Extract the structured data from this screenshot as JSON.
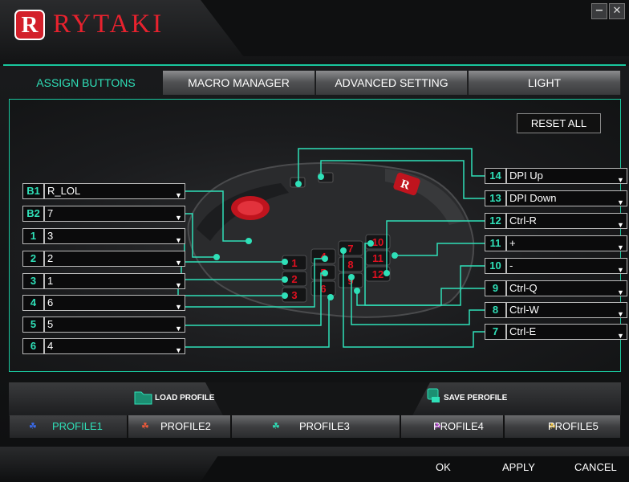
{
  "app": {
    "brand_letter": "R",
    "brand_name": "RYTAKI",
    "minimize": "−",
    "close": "✕"
  },
  "tabs": [
    {
      "label": "ASSIGN BUTTONS",
      "active": true
    },
    {
      "label": "MACRO MANAGER",
      "active": false
    },
    {
      "label": "ADVANCED SETTING",
      "active": false
    },
    {
      "label": "LIGHT",
      "active": false
    }
  ],
  "reset_all": "RESET ALL",
  "left_buttons": [
    {
      "id": "B1",
      "value": "R_LOL"
    },
    {
      "id": "B2",
      "value": "7"
    },
    {
      "id": "1",
      "value": "3"
    },
    {
      "id": "2",
      "value": "2"
    },
    {
      "id": "3",
      "value": "1"
    },
    {
      "id": "4",
      "value": "6"
    },
    {
      "id": "5",
      "value": "5"
    },
    {
      "id": "6",
      "value": "4"
    }
  ],
  "right_buttons": [
    {
      "id": "14",
      "value": "DPI Up"
    },
    {
      "id": "13",
      "value": "DPI Down"
    },
    {
      "id": "12",
      "value": "Ctrl-R"
    },
    {
      "id": "11",
      "value": "+"
    },
    {
      "id": "10",
      "value": "-"
    },
    {
      "id": "9",
      "value": "Ctrl-Q"
    },
    {
      "id": "8",
      "value": "Ctrl-W"
    },
    {
      "id": "7",
      "value": "Ctrl-E"
    }
  ],
  "side_key_labels": [
    "1",
    "2",
    "3",
    "4",
    "5",
    "6",
    "7",
    "8",
    "9",
    "10",
    "11",
    "12"
  ],
  "profile_actions": {
    "load": "LOAD PROFILE",
    "save": "SAVE PEROFILE"
  },
  "profiles": [
    {
      "label": "PROFILE1",
      "color": "#3a6cf0",
      "active": true
    },
    {
      "label": "PROFILE2",
      "color": "#f05a3a",
      "active": false
    },
    {
      "label": "PROFILE3",
      "color": "#2fe0b8",
      "active": false
    },
    {
      "label": "PROFILE4",
      "color": "#c040e0",
      "active": false
    },
    {
      "label": "PROFILE5",
      "color": "#f0c030",
      "active": false
    }
  ],
  "footer": {
    "ok": "OK",
    "apply": "APPLY",
    "cancel": "CANCEL"
  },
  "colors": {
    "accent": "#2fe0b8",
    "brand_red": "#e8222e",
    "key_red": "#e01020"
  }
}
